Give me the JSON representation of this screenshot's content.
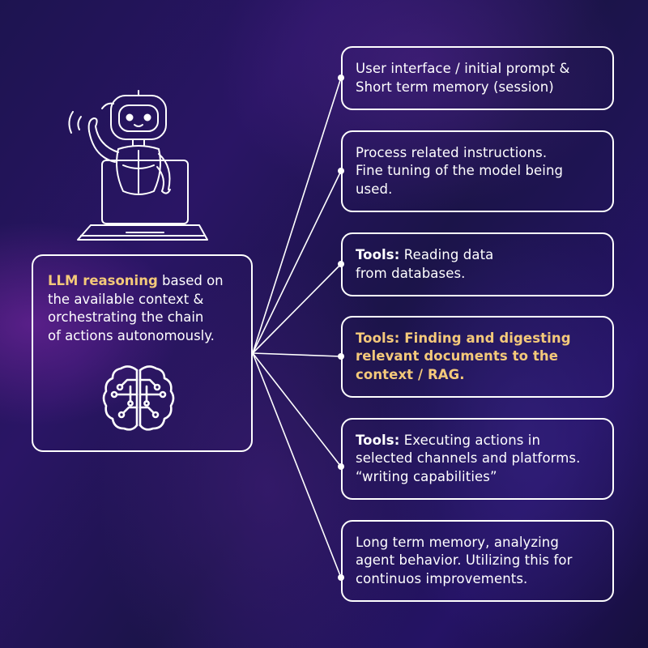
{
  "central": {
    "highlight": "LLM reasoning",
    "lines": [
      " based on",
      "the available context &",
      "orchestrating the chain",
      "of actions autonomously."
    ]
  },
  "boxes": [
    {
      "lines": [
        "User interface / initial prompt &",
        "Short term memory (session)"
      ]
    },
    {
      "lines": [
        "Process related instructions.",
        "Fine tuning of the model being",
        "used."
      ]
    },
    {
      "bold": "Tools:",
      "lines": [
        " Reading data",
        "from databases."
      ]
    },
    {
      "lines": [
        "Tools: Finding and digesting",
        "relevant documents to the",
        "context / RAG."
      ]
    },
    {
      "bold": "Tools:",
      "lines": [
        " Executing actions in",
        "selected channels and platforms.",
        "“writing capabilities”"
      ]
    },
    {
      "lines": [
        "Long term memory, analyzing",
        "agent behavior. Utilizing this for",
        "continuos improvements."
      ]
    }
  ],
  "icons": {
    "robot": "robot-on-laptop-icon",
    "brain": "brain-circuit-icon"
  },
  "colors": {
    "accent": "#f4c97a",
    "line": "#ffffff"
  }
}
